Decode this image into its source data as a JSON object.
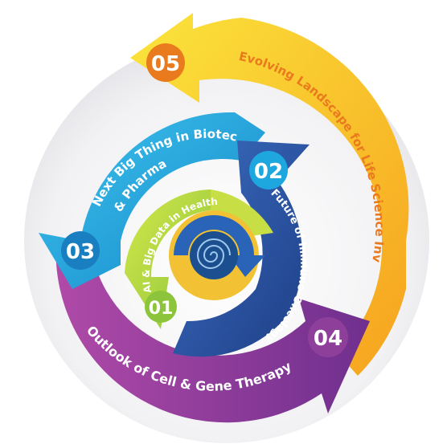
{
  "stages": [
    {
      "number": "01",
      "label": "AI & Big Data in Health",
      "color": "#a8cf3a"
    },
    {
      "number": "02",
      "label": "Future of Immuno-Oncology",
      "color": "#2c5aa8"
    },
    {
      "number": "03",
      "label_line1": "Next Big Thing in Biotech",
      "label_line2": "& Pharma",
      "color": "#1ea6df"
    },
    {
      "number": "04",
      "label": "Outlook of Cell & Gene Therapy",
      "color": "#8e3f99"
    },
    {
      "number": "05",
      "label": "Evolving Landscape for Life Science Investment",
      "color": "#f6b91f"
    }
  ],
  "colors": {
    "number_badge_05": "#e97a1e",
    "center_swirl": "#1b4f8f",
    "center_ring": "#f2c234",
    "text": "#ffffff",
    "text_05": "#e97a1e"
  }
}
